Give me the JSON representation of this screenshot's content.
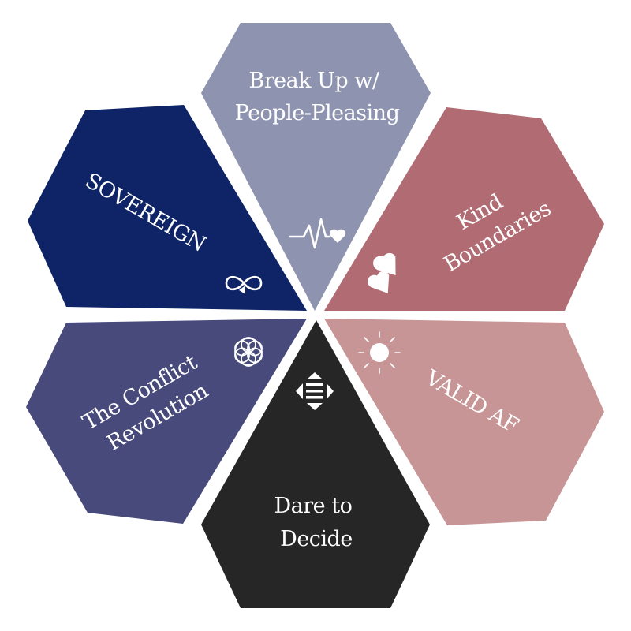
{
  "petals": [
    {
      "id": "people-pleasing",
      "lines": [
        "Break Up w/",
        "People-Pleasing"
      ],
      "color": "#8e93b0",
      "icon": "heartbeat-icon"
    },
    {
      "id": "kind-boundaries",
      "lines": [
        "Kind",
        "Boundaries"
      ],
      "color": "#b06b73",
      "icon": "hearts-icon"
    },
    {
      "id": "valid-af",
      "lines": [
        "VALID AF"
      ],
      "color": "#c79595",
      "icon": "sun-icon"
    },
    {
      "id": "dare-to-decide",
      "lines": [
        "Dare to",
        "Decide"
      ],
      "color": "#262626",
      "icon": "arrows-icon"
    },
    {
      "id": "conflict-revolution",
      "lines": [
        "The Conflict",
        "Revolution"
      ],
      "color": "#474a7a",
      "icon": "flower-of-life-icon"
    },
    {
      "id": "sovereign",
      "lines": [
        "SOVEREIGN"
      ],
      "color": "#0e2466",
      "icon": "infinity-icon"
    }
  ]
}
